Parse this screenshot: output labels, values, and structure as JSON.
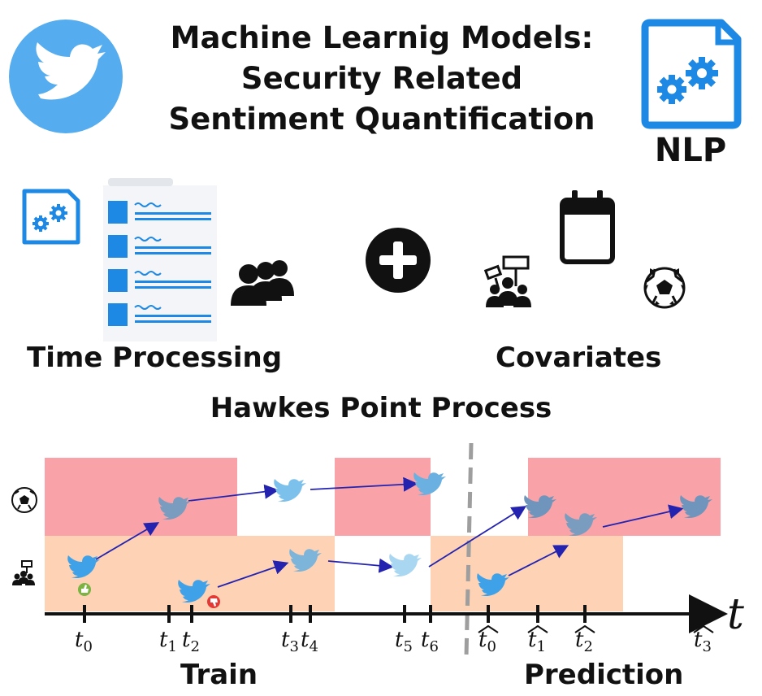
{
  "header": {
    "title_lines": [
      "Machine Learnig Models:",
      "Security Related",
      "Sentiment Quantification"
    ],
    "nlp_label": "NLP"
  },
  "sections": {
    "time_processing": "Time Processing",
    "covariates": "Covariates",
    "hawkes_title": "Hawkes Point Process"
  },
  "timeline": {
    "axis_label": "t",
    "train_label": "Train",
    "prediction_label": "Prediction",
    "ticks": [
      {
        "base": "t",
        "sub": "0",
        "hat": false
      },
      {
        "base": "t",
        "sub": "1",
        "hat": false
      },
      {
        "base": "t",
        "sub": "2",
        "hat": false
      },
      {
        "base": "t",
        "sub": "3",
        "hat": false
      },
      {
        "base": "t",
        "sub": "4",
        "hat": false
      },
      {
        "base": "t",
        "sub": "5",
        "hat": false
      },
      {
        "base": "t",
        "sub": "6",
        "hat": false
      },
      {
        "base": "t",
        "sub": "0",
        "hat": true
      },
      {
        "base": "t",
        "sub": "1",
        "hat": true
      },
      {
        "base": "t",
        "sub": "2",
        "hat": true
      },
      {
        "base": "t",
        "sub": "3",
        "hat": true
      }
    ]
  },
  "colors": {
    "twitter_blue": "#55acee",
    "nlp_blue": "#1e88e5",
    "sport_band": "#f9a3a8",
    "protest_band": "#fdd2b5",
    "arrow": "#2323b0",
    "divider": "#9e9e9e",
    "like_green": "#7cb342",
    "dislike_red": "#e53935"
  },
  "icons": [
    "twitter-logo-icon",
    "nlp-document-gears-icon",
    "gear-document-icon",
    "tweet-list-icon",
    "crowd-icon",
    "plus-circle-icon",
    "calendar-icon",
    "protest-icon",
    "soccer-ball-icon",
    "bird-icon",
    "thumbs-up-icon",
    "thumbs-down-icon"
  ]
}
